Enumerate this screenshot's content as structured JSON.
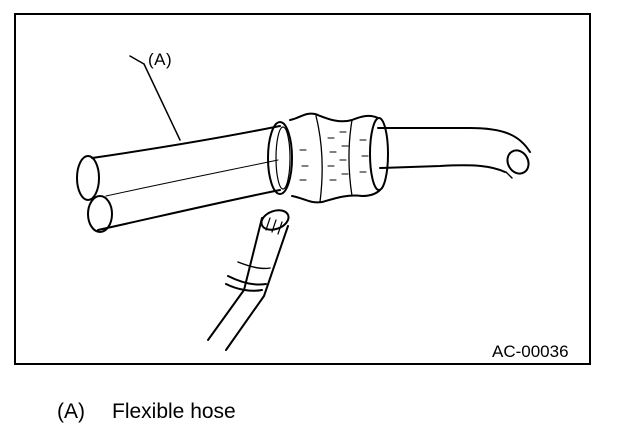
{
  "figure": {
    "callout": "(A)",
    "code": "AC-00036"
  },
  "legend": [
    {
      "key": "(A)",
      "text": "Flexible hose"
    }
  ]
}
